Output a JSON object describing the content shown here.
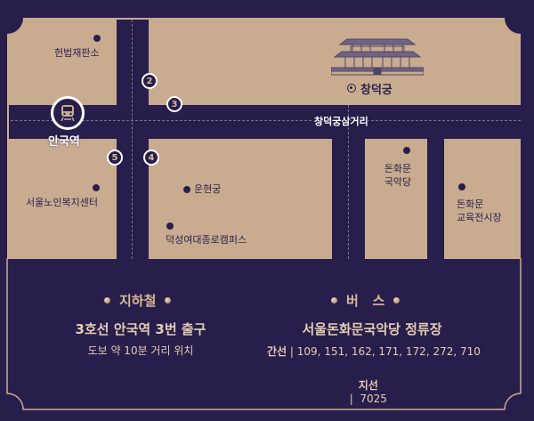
{
  "colors": {
    "background": "#271e4b",
    "map_land": "#c9ac8f",
    "accent_text": "#d8b896",
    "label_text": "#2b2250",
    "highlight": "#ffffff"
  },
  "map": {
    "station": {
      "name": "안국역",
      "icon": "train-icon"
    },
    "junction_label": "창덕궁삼거리",
    "palace": {
      "name": "창덕궁",
      "icon": "palace-icon",
      "marker": "target-icon"
    },
    "exits": [
      "2",
      "3",
      "4",
      "5"
    ],
    "landmarks": [
      {
        "name": "헌법재판소"
      },
      {
        "name": "서울노인복지센터"
      },
      {
        "name": "운현궁"
      },
      {
        "name": "덕성여대종로캠퍼스"
      },
      {
        "name_line1": "돈화문",
        "name_line2": "국악당"
      },
      {
        "name_line1": "돈화문",
        "name_line2": "교육전시장"
      }
    ]
  },
  "subway": {
    "title": "지하철",
    "line": "3호선 안국역 3번 출구",
    "note": "도보 약 10분 거리 위치"
  },
  "bus": {
    "title": "버   스",
    "stop": "서울돈화문국악당 정류장",
    "trunk_label": "간선",
    "trunk_routes": "| 109, 151, 162, 171, 172, 272, 710",
    "branch_label": "지선",
    "branch_routes": "|  7025"
  }
}
